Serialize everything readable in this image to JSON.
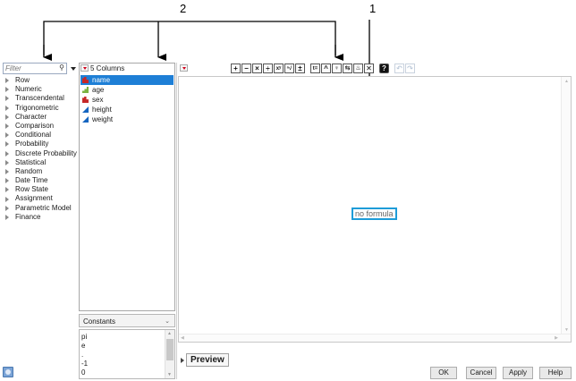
{
  "callouts": {
    "label_2": "2",
    "label_1": "1"
  },
  "filter": {
    "placeholder": "Filter"
  },
  "functions": [
    "Row",
    "Numeric",
    "Transcendental",
    "Trigonometric",
    "Character",
    "Comparison",
    "Conditional",
    "Probability",
    "Discrete Probability",
    "Statistical",
    "Random",
    "Date Time",
    "Row State",
    "Assignment",
    "Parametric Model",
    "Finance"
  ],
  "columns": {
    "header": "5 Columns",
    "items": [
      {
        "label": "name",
        "type": "nominal",
        "selected": true
      },
      {
        "label": "age",
        "type": "ordinal",
        "selected": false
      },
      {
        "label": "sex",
        "type": "nominal",
        "selected": false
      },
      {
        "label": "height",
        "type": "continuous",
        "selected": false
      },
      {
        "label": "weight",
        "type": "continuous",
        "selected": false
      }
    ]
  },
  "constants": {
    "selected": "Constants",
    "items": [
      "pi",
      "e",
      ".",
      "-1",
      "0"
    ]
  },
  "toolbar": {
    "add": "+",
    "subtract": "−",
    "multiply": "×",
    "divide": "÷",
    "power": "xʸ",
    "root": "ⁿ√",
    "plusminus": "±",
    "assign": "t=",
    "caret": "^",
    "local": "♀",
    "swap": "⇆",
    "fire": "♨",
    "delete": "✕",
    "help": "?",
    "undo": "↶",
    "redo": "↷"
  },
  "editor": {
    "placeholder_text": "no formula"
  },
  "preview": {
    "label": "Preview"
  },
  "buttons": {
    "ok": "OK",
    "cancel": "Cancel",
    "apply": "Apply",
    "help": "Help"
  },
  "colors": {
    "selection": "#1e7fd6",
    "focus_border": "#1e9cd8",
    "menu_red": "#d0021b"
  }
}
